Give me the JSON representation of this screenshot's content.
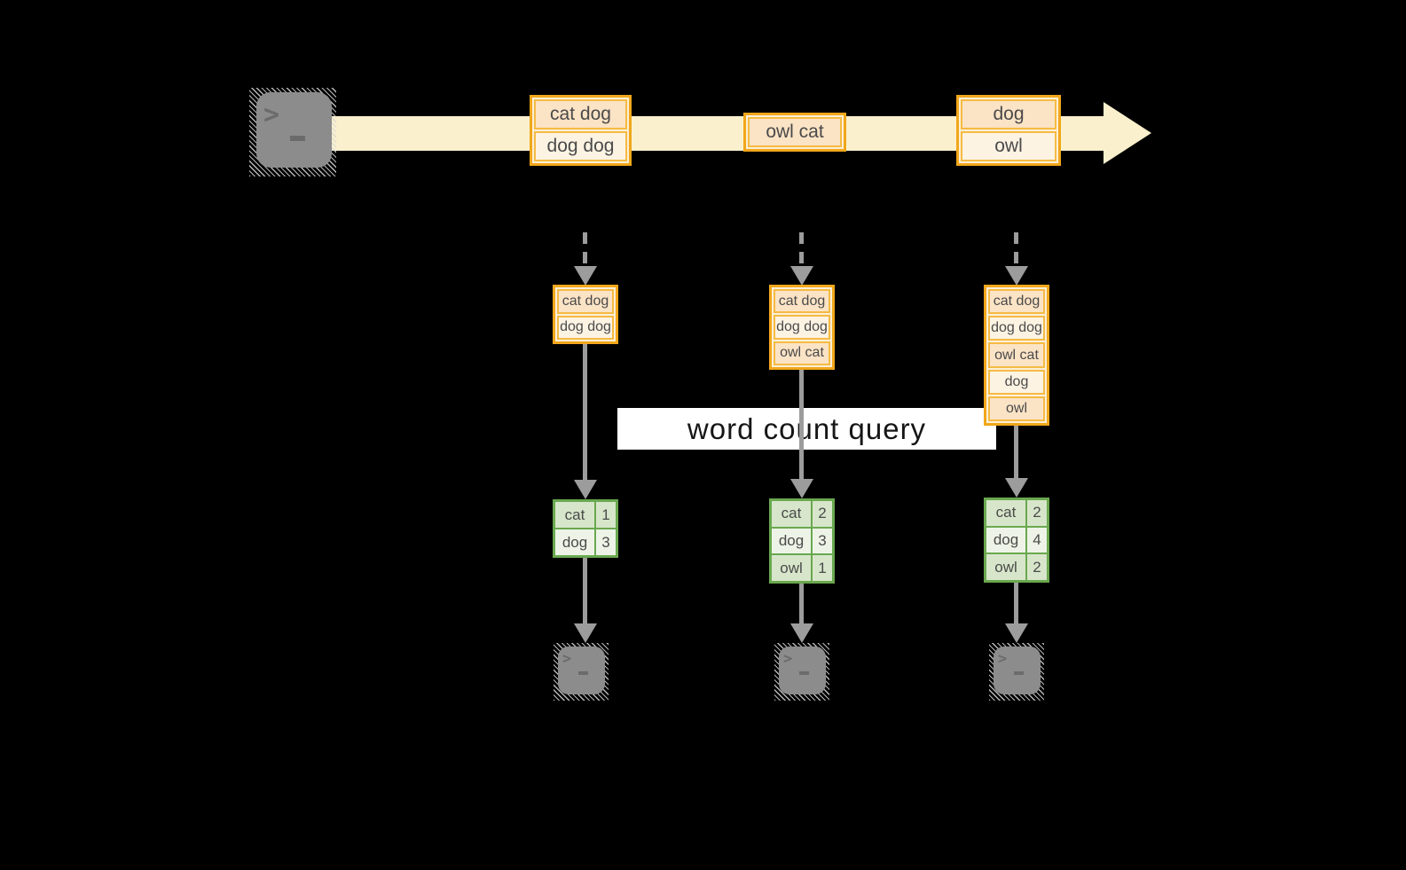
{
  "background": "#000000",
  "colors": {
    "stream_fill": "#FAF0CD",
    "box_border": "#F1A71B",
    "box_row_border": "#F5BB44",
    "box_fill_dark": "#FBE3C5",
    "box_fill_light": "#FDF3E3",
    "table_border": "#6AA84F",
    "table_fill_dark": "#D7E6CA",
    "table_fill_light": "#EDF4E7",
    "arrow_gray": "#9C9C9C",
    "terminal_gray": "#8C8C8C",
    "text_dark": "#4A4A4A"
  },
  "source": {
    "icon": "terminal-icon",
    "prompt_chevron": ">"
  },
  "stream": {
    "events": [
      {
        "rows": [
          "cat dog",
          "dog dog"
        ]
      },
      {
        "rows": [
          "owl cat"
        ]
      },
      {
        "rows": [
          "dog",
          "owl"
        ]
      }
    ]
  },
  "query": {
    "label": "word count query"
  },
  "pipelines": [
    {
      "buffer_rows": [
        "cat dog",
        "dog dog"
      ],
      "counts": {
        "rows": [
          {
            "word": "cat",
            "count": "1"
          },
          {
            "word": "dog",
            "count": "3"
          }
        ]
      },
      "sink_icon": "terminal-icon"
    },
    {
      "buffer_rows": [
        "cat dog",
        "dog dog",
        "owl cat"
      ],
      "counts": {
        "rows": [
          {
            "word": "cat",
            "count": "2"
          },
          {
            "word": "dog",
            "count": "3"
          },
          {
            "word": "owl",
            "count": "1"
          }
        ]
      },
      "sink_icon": "terminal-icon"
    },
    {
      "buffer_rows": [
        "cat dog",
        "dog dog",
        "owl cat",
        "dog",
        "owl"
      ],
      "counts": {
        "rows": [
          {
            "word": "cat",
            "count": "2"
          },
          {
            "word": "dog",
            "count": "4"
          },
          {
            "word": "owl",
            "count": "2"
          }
        ]
      },
      "sink_icon": "terminal-icon"
    }
  ]
}
